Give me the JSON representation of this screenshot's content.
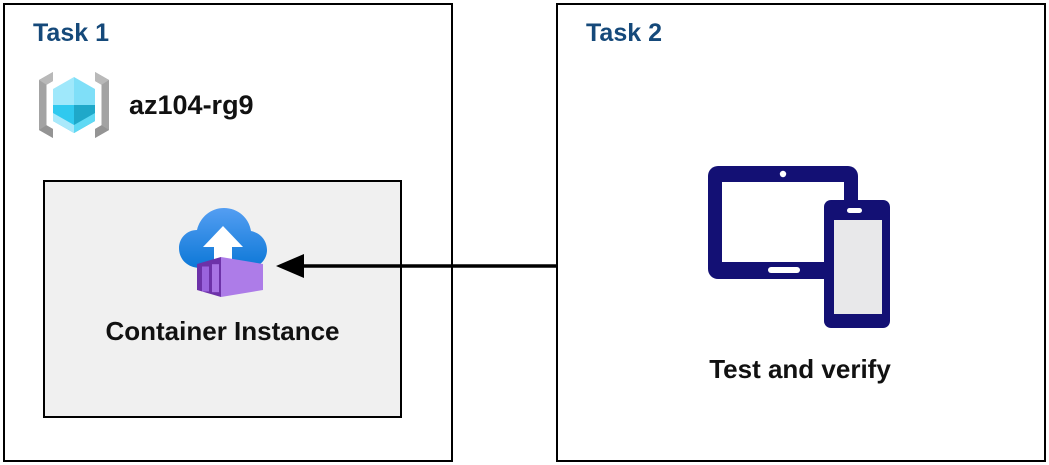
{
  "diagram": {
    "title": "Azure Container Instance task diagram",
    "background_color": "#ffffff",
    "border_color": "#000000",
    "heading_color": "#15497a",
    "card_fill_color": "#f0f0f0",
    "arrow_color": "#000000"
  },
  "panels": [
    {
      "id": "task1",
      "title": "Task 1",
      "resource_group": {
        "icon": "resource-group-icon",
        "label": "az104-rg9",
        "icon_colors": {
          "bracket": "#a3a3a3",
          "cube_top": "#9fe8fb",
          "cube_left": "#32cdf0",
          "cube_right": "#1fa8c9",
          "cube_bottom_left": "#bdeefc",
          "cube_bottom_right": "#5fd9f4"
        }
      },
      "card": {
        "icon": "container-instance-icon",
        "label": "Container Instance",
        "icon_colors": {
          "cloud_top": "#4f9cf0",
          "cloud_bottom": "#0f7ad8",
          "arrow": "#ffffff",
          "box_left": "#6d32a8",
          "box_right": "#ad7ce8",
          "box_slat": "#9a63dd"
        }
      }
    },
    {
      "id": "task2",
      "title": "Task 2",
      "devices": {
        "icon": "test-devices-icon",
        "label": "Test and verify",
        "icon_colors": {
          "outline": "#131074",
          "tablet_screen": "#ffffff",
          "phone_screen": "#e8e8ea"
        }
      }
    }
  ],
  "connector": {
    "name": "arrow-task2-to-task1",
    "direction": "right-to-left",
    "from": "Test and verify",
    "to": "Container Instance",
    "color": "#000000"
  }
}
